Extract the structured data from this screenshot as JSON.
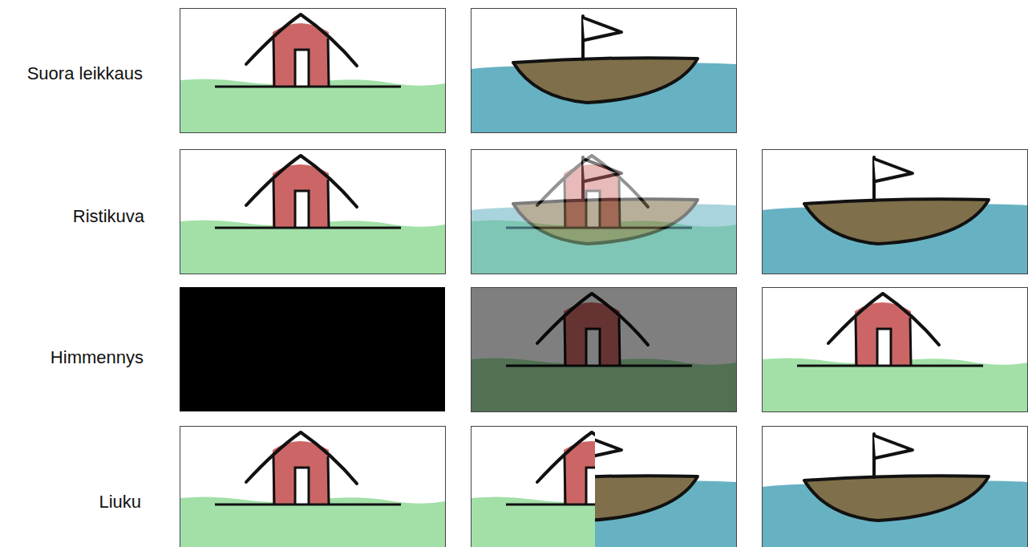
{
  "diagram": {
    "labels": [
      "Suora leikkaus",
      "Ristikuva",
      "Himmennys",
      "Liuku"
    ]
  }
}
